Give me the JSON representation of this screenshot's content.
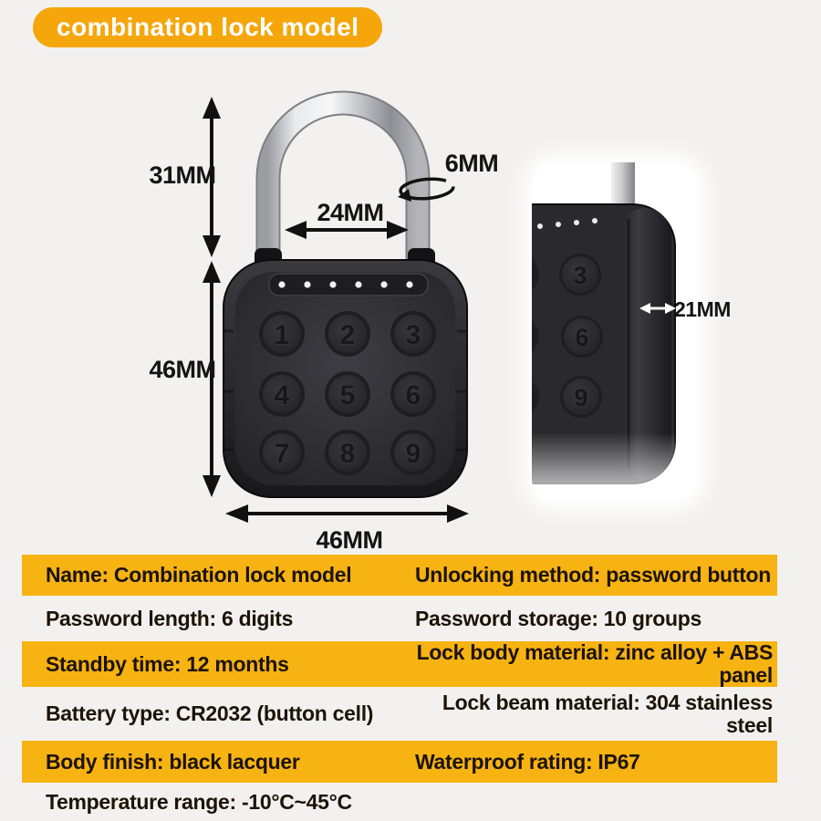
{
  "badge": {
    "label": "combination lock model"
  },
  "colors": {
    "accent_yellow": "#f6b312",
    "badge_orange": "#f5a60b",
    "page_background": "#f2f1ef",
    "lock_body": "#2a2a2e",
    "shackle_chrome": "#d9dadd"
  },
  "annotations": {
    "shackle_height": "31MM",
    "shackle_inner_width": "24MM",
    "shackle_diameter": "6MM",
    "body_height": "46MM",
    "body_width": "46MM",
    "body_depth": "21MM"
  },
  "lock": {
    "front_keypad": [
      "1",
      "2",
      "3",
      "4",
      "5",
      "6",
      "7",
      "8",
      "9"
    ],
    "side_keypad": [
      "3",
      "6",
      "9"
    ],
    "led_count": 6
  },
  "spec_table": {
    "rows": [
      {
        "left": "Name: Combination lock model",
        "right": "Unlocking method: password button",
        "highlight": true
      },
      {
        "left": "Password length: 6 digits",
        "right": "Password storage: 10 groups",
        "highlight": false
      },
      {
        "left": "Standby time: 12 months",
        "right": "Lock body material: zinc alloy + ABS panel",
        "highlight": true
      },
      {
        "left": "Battery type: CR2032 (button cell)",
        "right": "Lock beam material: 304 stainless steel",
        "highlight": false
      },
      {
        "left": "Body finish: black lacquer",
        "right": "Waterproof rating: IP67",
        "highlight": true
      },
      {
        "left": "Temperature range: -10°C~45°C",
        "right": "",
        "highlight": false
      }
    ]
  }
}
